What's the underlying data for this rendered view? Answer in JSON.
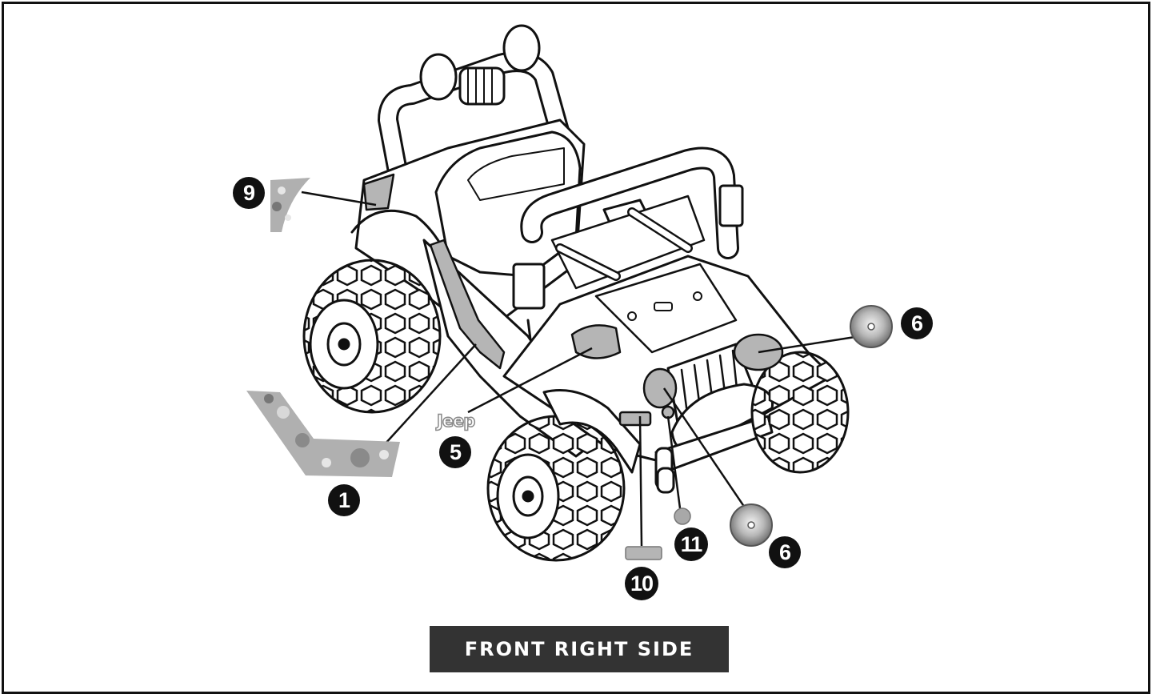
{
  "caption": "FRONT RIGHT SIDE",
  "decal_logo_text": "Jeep",
  "callouts": {
    "c1": "1",
    "c5": "5",
    "c6a": "6",
    "c6b": "6",
    "c9": "9",
    "c10": "10",
    "c11": "11"
  },
  "colors": {
    "ink": "#111111",
    "decal_gray": "#b5b5b5",
    "caption_bg": "#333333"
  }
}
